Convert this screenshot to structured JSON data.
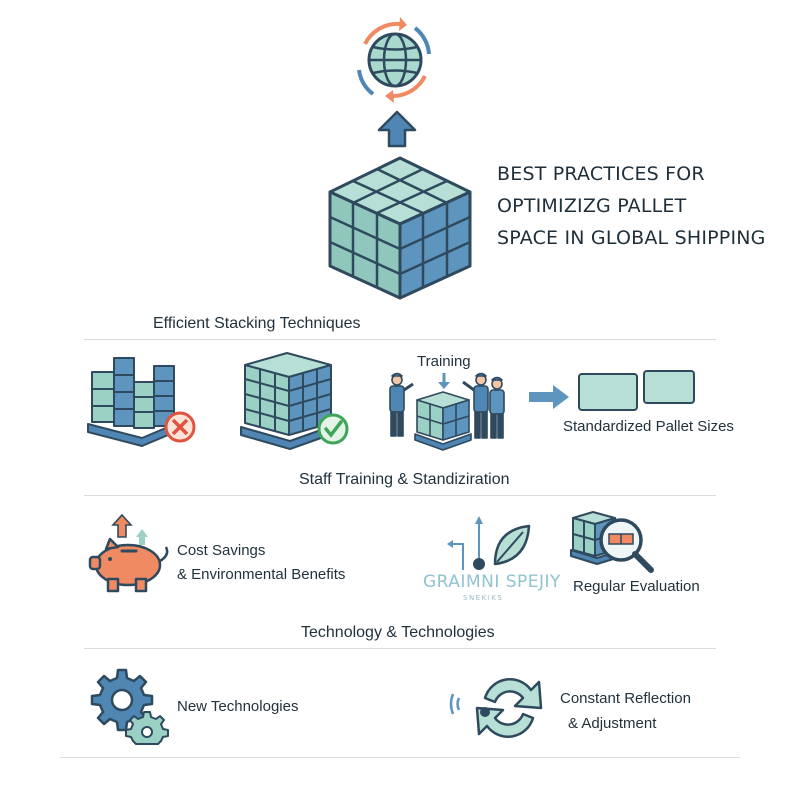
{
  "title": {
    "line1": "BEST PRACTICES FOR",
    "line2": "OPTIMIZIZG PALLET",
    "line3": "SPACE IN GLOBAL SHIPPING"
  },
  "sections": {
    "stacking": "Efficient Stacking Techniques",
    "training": "Staff Training & Standiziration",
    "technology": "Technology & Technologies"
  },
  "row1": {
    "training_label": "Training",
    "pallet_sizes": "Standardized Pallet Sizes"
  },
  "row2": {
    "cost_line1": "Cost Savings",
    "cost_line2": "& Environmental Benefits",
    "garbled_main": "GRAIMNI SPEJIY",
    "garbled_sub": "SNEKIKS",
    "evaluation": "Regular Evaluation"
  },
  "row3": {
    "new_tech": "New Technologies",
    "reflection_line1": "Constant Reflection",
    "reflection_line2": "& Adjustment"
  },
  "colors": {
    "dark": "#2f4a5e",
    "blue": "#4f86b4",
    "mint": "#9bd0c4",
    "orange": "#f08a62",
    "red": "#e0543f",
    "green": "#3fa55a"
  }
}
